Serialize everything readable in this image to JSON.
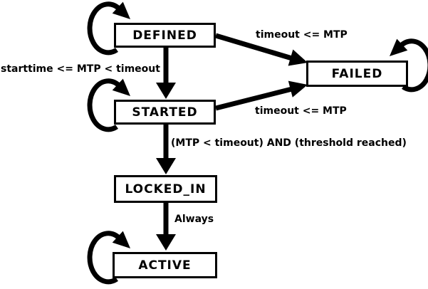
{
  "diagram": {
    "type": "state-machine",
    "states": {
      "defined": {
        "label": "DEFINED"
      },
      "failed": {
        "label": "FAILED"
      },
      "started": {
        "label": "STARTED"
      },
      "locked_in": {
        "label": "LOCKED_IN"
      },
      "active": {
        "label": "ACTIVE"
      }
    },
    "transitions": {
      "defined_to_started": {
        "label": "starttime <= MTP < timeout"
      },
      "defined_to_failed": {
        "label": "timeout <= MTP"
      },
      "started_to_failed": {
        "label": "timeout <= MTP"
      },
      "started_to_locked_in": {
        "label": "(MTP < timeout) AND (threshold reached)"
      },
      "locked_in_to_active": {
        "label": "Always"
      },
      "self_loops": [
        "DEFINED",
        "STARTED",
        "FAILED",
        "ACTIVE"
      ]
    },
    "colors": {
      "line": "#000000",
      "state_border": "#000000",
      "state_fill": "#ffffff",
      "background": "#ffffff"
    }
  }
}
